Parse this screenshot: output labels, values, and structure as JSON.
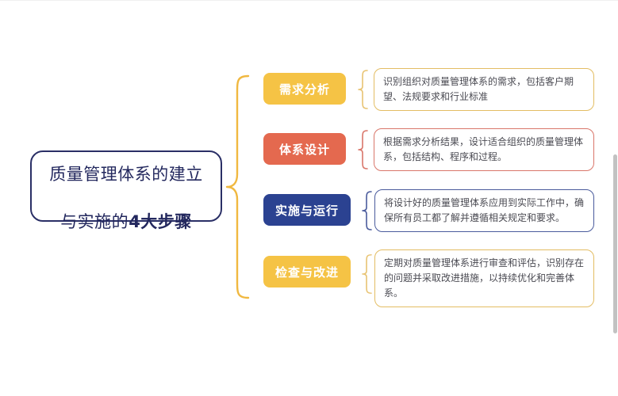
{
  "colors": {
    "title_border": "#2a2f66",
    "title_text": "#23285e",
    "amber": "#f5c345",
    "amber_border": "#e3bd63",
    "coral": "#e4694f",
    "coral_border": "#d9766a",
    "navy": "#2b4291",
    "navy_border": "#4a5b9c",
    "desc_text": "#4a4a52",
    "scrollbar": "#c2c2c2"
  },
  "title": {
    "line1": "质量管理体系的建立",
    "line2_plain": "与实施的",
    "line2_bold": "4大步骤"
  },
  "branches": [
    {
      "label": "需求分析",
      "description": "识别组织对质量管理体系的需求，包括客户期望、法规要求和行业标准",
      "color": "#f5c345",
      "border": "#e3bd63"
    },
    {
      "label": "体系设计",
      "description": "根据需求分析结果，设计适合组织的质量管理体系，包括结构、程序和过程。",
      "color": "#e4694f",
      "border": "#d9766a"
    },
    {
      "label": "实施与运行",
      "description": "将设计好的质量管理体系应用到实际工作中，确保所有员工都了解并遵循相关规定和要求。",
      "color": "#2b4291",
      "border": "#4a5b9c"
    },
    {
      "label": "检查与改进",
      "description": "定期对质量管理体系进行审查和评估，识别存在的问题并采取改进措施，以持续优化和完善体系。",
      "color": "#f5c345",
      "border": "#e3bd63"
    }
  ],
  "icons": {
    "main_brace": "curly-brace-icon",
    "row_brace": "curly-brace-icon"
  }
}
